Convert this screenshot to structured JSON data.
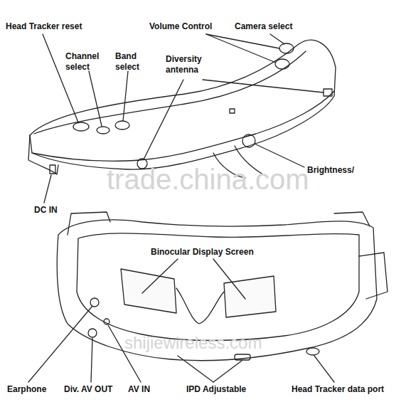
{
  "diagram": {
    "labels": [
      "Head Tracker reset",
      "Volume Control",
      "Camera select",
      "Channel select",
      "Band select",
      "Diversity antenna",
      "Brightness/",
      "DC IN",
      "trade.china.com",
      "Binocular Display Screen",
      "shijiewireless.com",
      "Earphone",
      "Div. AV OUT",
      "AV IN",
      "IPD Adjustable",
      "Head Tracker data port"
    ]
  }
}
